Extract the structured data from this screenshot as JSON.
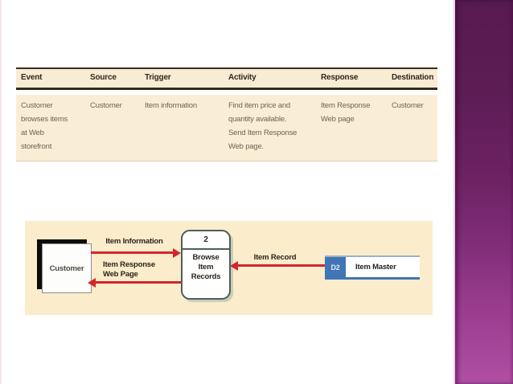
{
  "colors": {
    "table_background": "#f8ecd2",
    "diagram_background": "#fbeccc",
    "rule": "#352a1e",
    "arrow_red": "#d2262c",
    "datastore_blue": "#4076b5",
    "strip_purple_top": "#571a50",
    "strip_purple_bottom": "#b04fa4"
  },
  "table": {
    "columns": [
      {
        "header": "Event",
        "cell": "Customer\nbrowses items\nat Web\nstorefront"
      },
      {
        "header": "Source",
        "cell": "Customer"
      },
      {
        "header": "Trigger",
        "cell": "Item information"
      },
      {
        "header": "Activity",
        "cell": "Find item price and\nquantity available.\nSend Item Response\nWeb page."
      },
      {
        "header": "Response",
        "cell": "Item Response\nWeb page"
      },
      {
        "header": "Destination",
        "cell": "Customer"
      }
    ]
  },
  "diagram": {
    "entity_label": "Customer",
    "process_number": "2",
    "process_label": "Browse\nItem\nRecords",
    "flow_top_label": "Item Information",
    "flow_bottom_label": "Item Response\nWeb Page",
    "flow_right_label": "Item Record",
    "datastore_id": "D2",
    "datastore_name": "Item Master"
  }
}
